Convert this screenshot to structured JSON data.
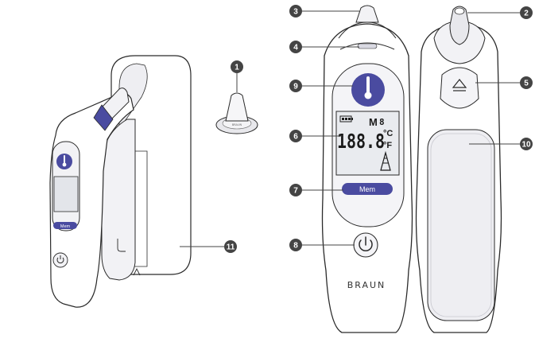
{
  "colors": {
    "accent": "#4a4ba0",
    "outline": "#2a2a2a",
    "callout": "#444444",
    "lcd_bg": "#e9ebef",
    "body": "#ffffff",
    "shadow": "#e6e6ea"
  },
  "icons": {
    "thermometer": "thermometer-icon",
    "power": "power-icon",
    "battery": "battery-icon",
    "eject": "eject-icon",
    "fever_guidance": "fever-tree-icon"
  },
  "callouts": [
    "1",
    "2",
    "3",
    "4",
    "5",
    "6",
    "7",
    "8",
    "9",
    "10",
    "11"
  ],
  "display": {
    "mem_indicator": "M",
    "mem_number": "8",
    "digits": "188.8",
    "unit_c": "°C",
    "unit_f": "°F"
  },
  "buttons": {
    "mem_label": "Mem",
    "small_mem_label": "Mem"
  },
  "brand": "BRAUN",
  "probe_cover_brand": "BRAUN"
}
